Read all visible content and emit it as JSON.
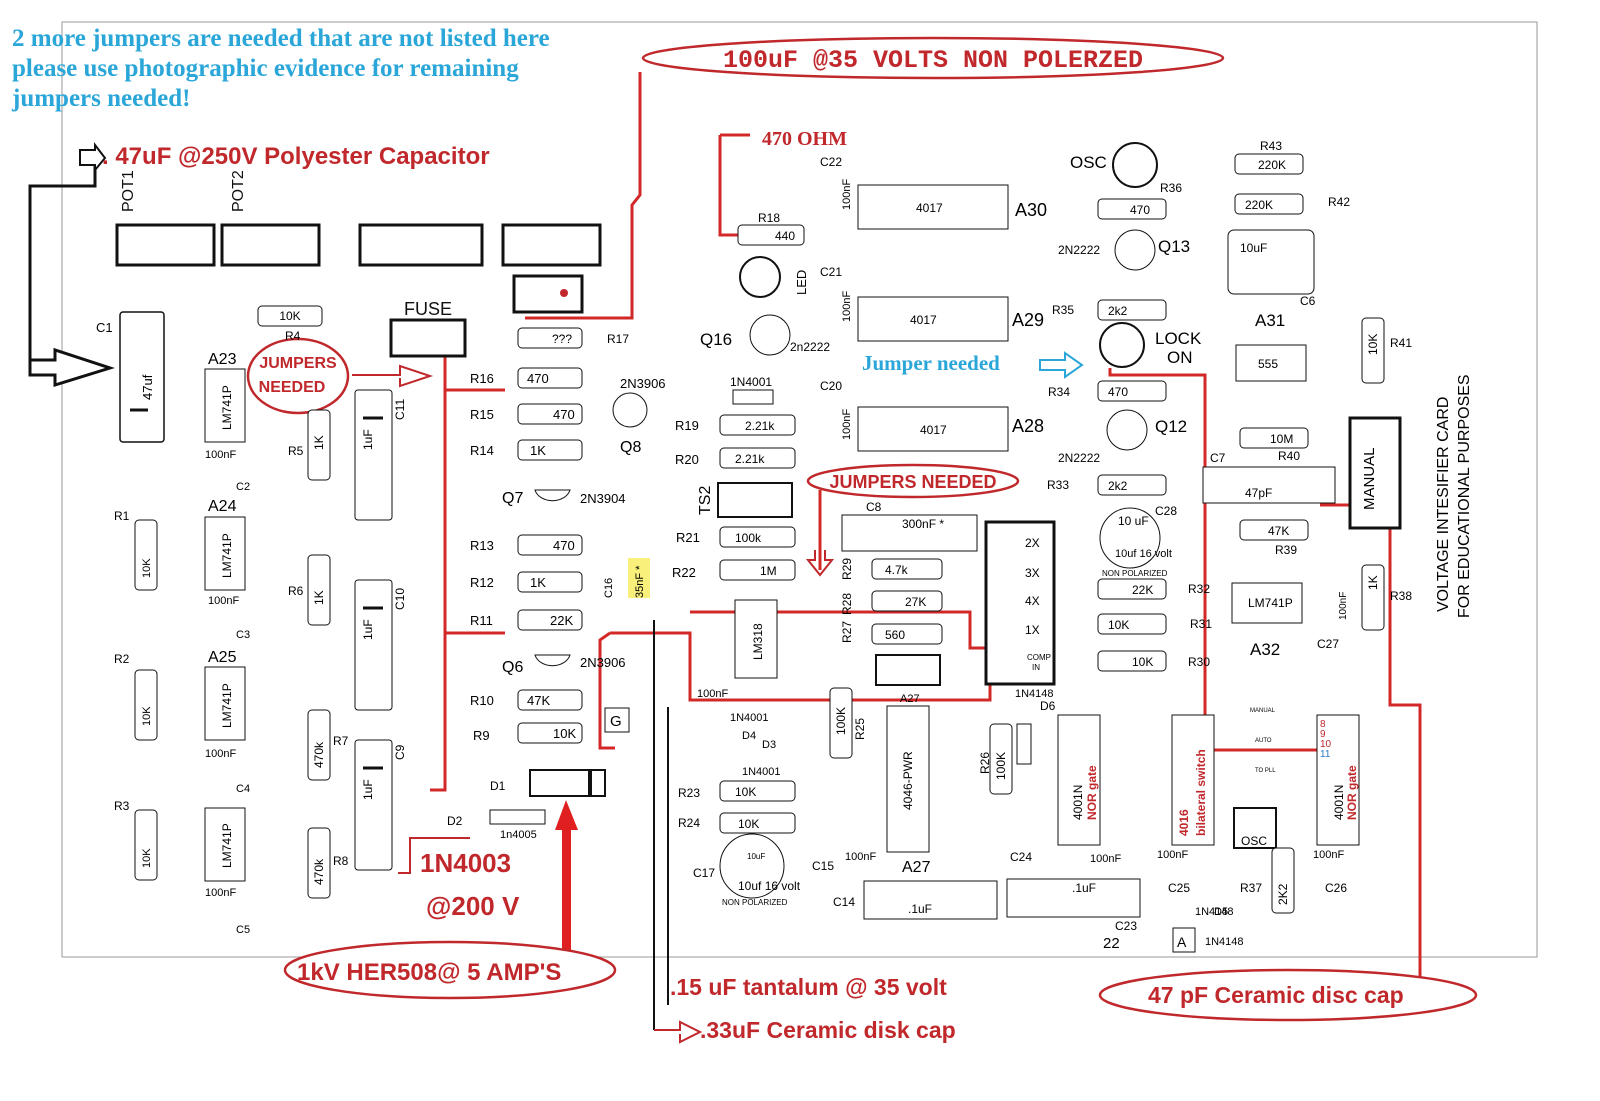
{
  "notes": {
    "top_left": [
      "2 more jumpers are needed that are not listed here",
      "please use photographic evidence for remaining",
      "jumpers needed!"
    ],
    "jumper_needed": "Jumper needed"
  },
  "callouts": {
    "cap_100uf": "100uF @35 VOLTS NON POLERZED",
    "cap_47uf": ". 47uF  @250V Polyester Capacitor",
    "res_470": "470 OHM",
    "jumpers_left": [
      "JUMPERS",
      "NEEDED"
    ],
    "jumpers_mid": "JUMPERS NEEDED",
    "diode_1n4003": "1N4003",
    "diode_200v": "@200 V",
    "her508": "1kV HER508@      5 AMP'S",
    "tantalum": ".15 uF tantalum @ 35 volt",
    "ceramic_33": ".33uF Ceramic disk cap",
    "ceramic_47": "47 pF Ceramic disc cap"
  },
  "title": [
    "VOLTAGE INTESIFIER CARD",
    "FOR EDUCATIONAL PURPOSES"
  ],
  "manual_switch": "MANUAL",
  "fuse": "FUSE",
  "pots": [
    "POT1",
    "POT2"
  ],
  "ics": {
    "a30": {
      "ref": "A30",
      "part": "4017",
      "cap": "C22",
      "cap_val": "100nF"
    },
    "a29": {
      "ref": "A29",
      "part": "4017",
      "cap": "C21",
      "cap_val": "100nF"
    },
    "a28": {
      "ref": "A28",
      "part": "4017",
      "cap": "C20",
      "cap_val": "100nF"
    },
    "a31": {
      "ref": "A31",
      "part": "555"
    },
    "a32": {
      "ref": "A32",
      "part": "LM741P"
    },
    "a23": {
      "ref": "A23",
      "part": "LM741P",
      "cap": "C2"
    },
    "a24": {
      "ref": "A24",
      "part": "LM741P",
      "cap": "C3"
    },
    "a25": {
      "ref": "A25",
      "part": "LM741P",
      "cap": "C4"
    },
    "a26": {
      "ref": "",
      "part": "LM741P",
      "cap": "C5"
    },
    "lm318": "LM318",
    "a27": {
      "ref": "A27",
      "part": "4046-PWR"
    },
    "nor1": {
      "part": "4001N",
      "sub": "NOR gate"
    },
    "nor2": {
      "part": "4001N",
      "sub": "NOR gate"
    },
    "switch4016": {
      "part": "4016",
      "sub": "bilateral switch"
    },
    "decoupling": "100nF"
  },
  "resistors": {
    "r18": {
      "ref": "R18",
      "val": "440"
    },
    "r17": {
      "ref": "R17",
      "val": "???"
    },
    "r16": {
      "ref": "R16",
      "val": "470"
    },
    "r15": {
      "ref": "R15",
      "val": "470"
    },
    "r14": {
      "ref": "R14",
      "val": "1K"
    },
    "r13": {
      "ref": "R13",
      "val": "470"
    },
    "r12": {
      "ref": "R12",
      "val": "1K"
    },
    "r11": {
      "ref": "R11",
      "val": "22K"
    },
    "r10": {
      "ref": "R10",
      "val": "47K"
    },
    "r9": {
      "ref": "R9",
      "val": "10K"
    },
    "r19": {
      "ref": "R19",
      "val": "2.21k"
    },
    "r20": {
      "ref": "R20",
      "val": "2.21k"
    },
    "r21": {
      "ref": "R21",
      "val": "100k"
    },
    "r22": {
      "ref": "R22",
      "val": "1M"
    },
    "r29": {
      "ref": "R29",
      "val": "4.7k"
    },
    "r28": {
      "ref": "R28",
      "val": "27K"
    },
    "r27": {
      "ref": "R27",
      "val": "560"
    },
    "r23": {
      "ref": "R23",
      "val": "10K"
    },
    "r24": {
      "ref": "R24",
      "val": "10K"
    },
    "r25": {
      "ref": "R25",
      "val": "100K"
    },
    "r26": {
      "ref": "R26",
      "val": "100K"
    },
    "r36": {
      "ref": "R36",
      "val": "470"
    },
    "r35": {
      "ref": "R35",
      "val": "2k2"
    },
    "r34": {
      "ref": "R34",
      "val": "470"
    },
    "r33": {
      "ref": "R33",
      "val": "2k2"
    },
    "r32": {
      "ref": "R32",
      "val": "22K"
    },
    "r31": {
      "ref": "R31",
      "val": "10K"
    },
    "r30": {
      "ref": "R30",
      "val": "10K"
    },
    "r43": {
      "ref": "R43",
      "val": "220K"
    },
    "r42": {
      "ref": "R42",
      "val": "220K"
    },
    "r41": {
      "ref": "R41",
      "val": "10K"
    },
    "r40": {
      "ref": "R40",
      "val": "10M"
    },
    "r39": {
      "ref": "R39",
      "val": "47K"
    },
    "r38": {
      "ref": "R38",
      "val": "1K"
    },
    "r37": {
      "ref": "R37",
      "val": "2K2"
    },
    "r4": {
      "ref": "R4",
      "val": "10K"
    },
    "r5": {
      "ref": "R5",
      "val": "1K"
    },
    "r6": {
      "ref": "R6",
      "val": "1K"
    },
    "r7": {
      "ref": "R7",
      "val": "470k"
    },
    "r8": {
      "ref": "R8",
      "val": "470k"
    },
    "r1": {
      "ref": "R1",
      "val": "10K"
    },
    "r2": {
      "ref": "R2",
      "val": "10K"
    },
    "r3": {
      "ref": "R3",
      "val": "10K"
    }
  },
  "capacitors": {
    "c1": {
      "ref": "C1",
      "val": "47uf"
    },
    "c11": {
      "ref": "C11",
      "val": "1uF"
    },
    "c10": {
      "ref": "C10",
      "val": "1uF"
    },
    "c9": {
      "ref": "C9",
      "val": "1uF"
    },
    "c8": {
      "ref": "C8",
      "val": "300nF *"
    },
    "c16": {
      "ref": "C16",
      "val": "35nF *"
    },
    "c14": {
      "ref": "C14",
      "val": ".1uF"
    },
    "c23": {
      "ref": "C23",
      "val": ".1uF"
    },
    "c24": "C24",
    "c15": "C15",
    "c25": "C25",
    "c26": "C26",
    "c27": "C27",
    "c7": {
      "ref": "C7",
      "val": "47pF"
    },
    "c6": {
      "ref": "C6",
      "val": "10uF"
    },
    "c17": {
      "ref": "C17",
      "val": "10uF",
      "big": "10uf 16 volt",
      "np": "NON POLARIZED"
    },
    "c28": {
      "ref": "C28",
      "val": "10 uF",
      "big": "10uf 16 volt",
      "np": "NON POLARIZED"
    },
    "cap100nf": "100nF"
  },
  "transistors": {
    "q8": {
      "ref": "Q8",
      "part": "2N3906"
    },
    "q7": {
      "ref": "Q7",
      "part": "2N3904"
    },
    "q6": {
      "ref": "Q6",
      "part": "2N3906"
    },
    "q16": {
      "ref": "Q16",
      "part": "2n2222"
    },
    "q13": {
      "ref": "Q13",
      "part": "2N2222"
    },
    "q12": {
      "ref": "Q12",
      "part": "2N2222"
    }
  },
  "diodes": {
    "d1": "D1",
    "d2": "D2",
    "d2_part": "1n4005",
    "d4": "D4",
    "d3": "D3",
    "d6": "D6",
    "d5": "D5",
    "n4001": "1N4001",
    "n4148": "1N4148"
  },
  "misc": {
    "led": "LED",
    "osc": "OSC",
    "lock": "LOCK",
    "on": "ON",
    "ts2": "TS2",
    "g": "G",
    "a": "A",
    "twenty_two": "22",
    "a27_label": "A27",
    "switch_pins": [
      "2X",
      "3X",
      "4X",
      "1X",
      "COMP",
      "IN"
    ],
    "mode_labels": [
      "MANUAL",
      "AUTO",
      "TO PLL"
    ],
    "pin_nums": [
      "8",
      "9",
      "10",
      "11"
    ]
  },
  "colors": {
    "annotation": "#c0282c",
    "note": "#2aa6d8",
    "trace": "#d22828"
  }
}
